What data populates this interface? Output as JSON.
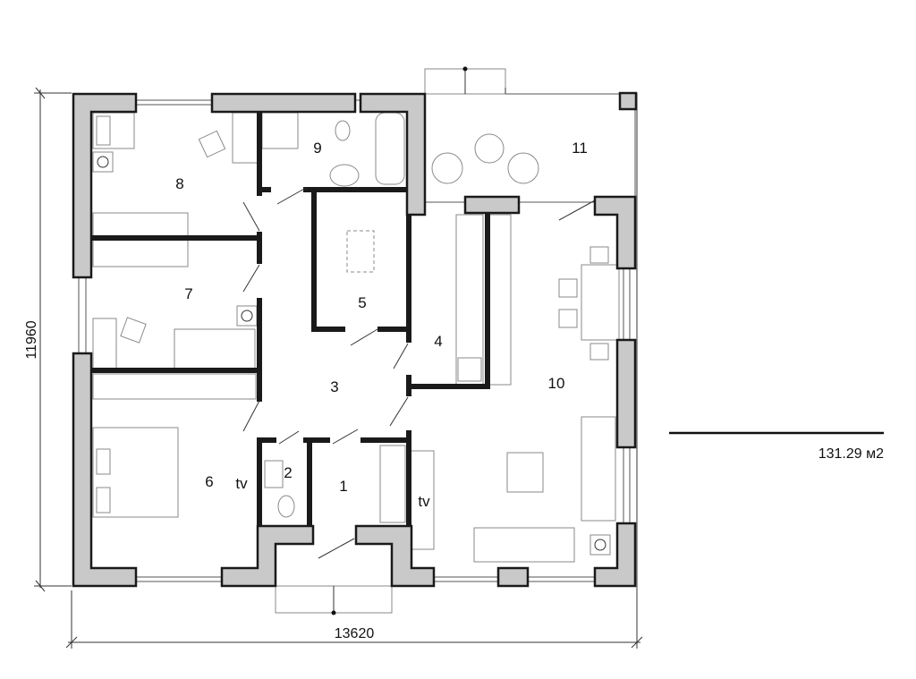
{
  "plan": {
    "rooms": [
      {
        "label": "1"
      },
      {
        "label": "2"
      },
      {
        "label": "3"
      },
      {
        "label": "4"
      },
      {
        "label": "5"
      },
      {
        "label": "6"
      },
      {
        "label": "7"
      },
      {
        "label": "8"
      },
      {
        "label": "9"
      },
      {
        "label": "10"
      },
      {
        "label": "11"
      }
    ],
    "tv_labels": [
      "tv",
      "tv"
    ],
    "dimensions": {
      "width": "13620",
      "height": "11960"
    },
    "area": "131.29 м2"
  },
  "colors": {
    "wall_fill": "#c9c9c9",
    "wall_stroke": "#1a1a1a",
    "background": "#ffffff"
  }
}
